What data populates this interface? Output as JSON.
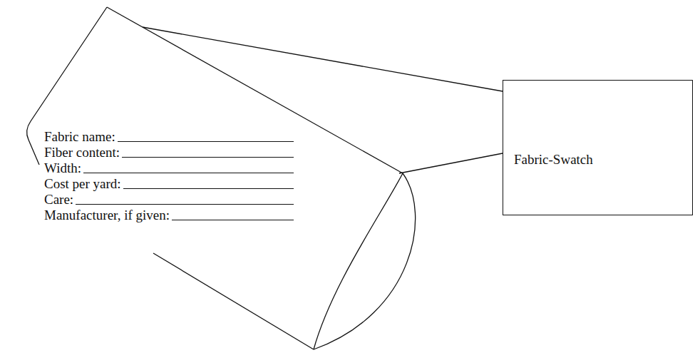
{
  "diagram": {
    "nodes": [
      {
        "text": [
          "Fabric name:",
          "Fiber content:",
          "Width:",
          "Cost per yard:",
          "Care:",
          "Manufacturer, if given:"
        ]
      },
      {
        "text": [
          "Fabric-Swatch"
        ]
      }
    ],
    "edges": [
      {
        "from": 0,
        "to": 1,
        "arrow": "none"
      },
      {
        "from": 0,
        "to": 1,
        "arrow": "none"
      }
    ]
  }
}
